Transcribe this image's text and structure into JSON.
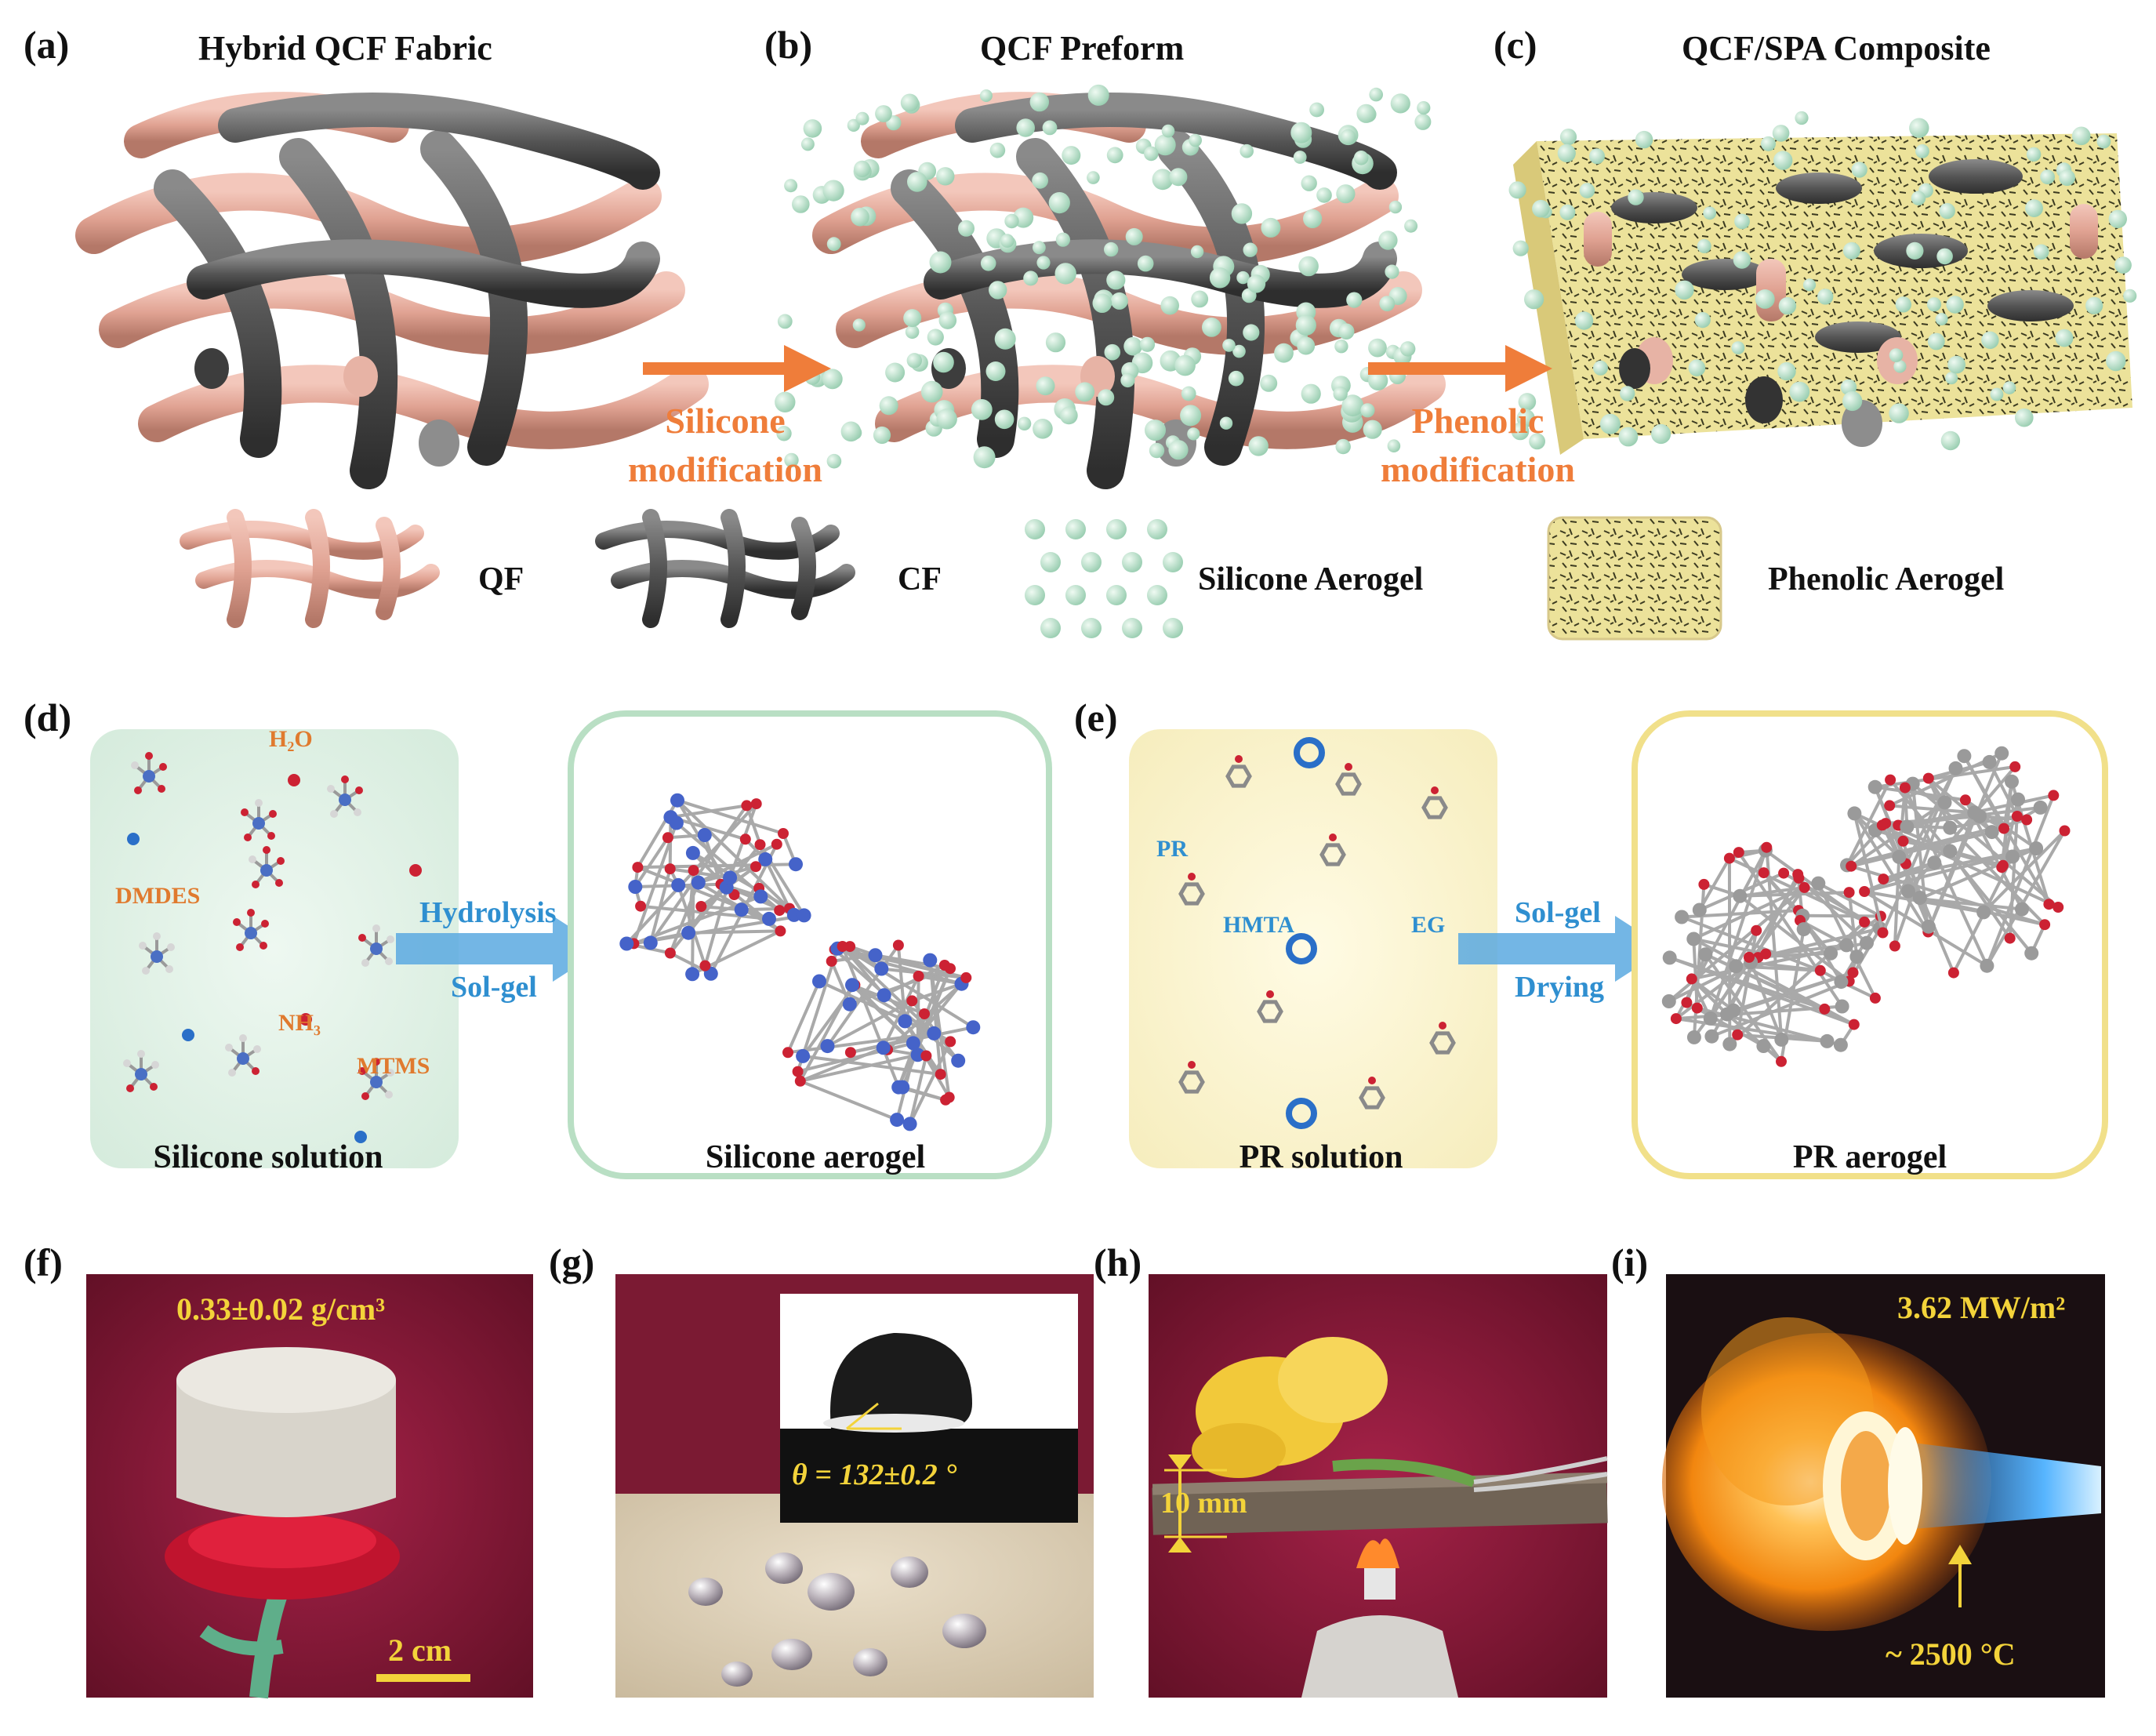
{
  "panels": {
    "a": {
      "label": "(a)",
      "title": "Hybrid QCF Fabric"
    },
    "b": {
      "label": "(b)",
      "title": "QCF Preform"
    },
    "c": {
      "label": "(c)",
      "title": "QCF/SPA Composite"
    },
    "d": {
      "label": "(d)"
    },
    "e": {
      "label": "(e)"
    },
    "f": {
      "label": "(f)",
      "annotation": "0.33±0.02 g/cm³",
      "scale": "2 cm"
    },
    "g": {
      "label": "(g)",
      "annotation": "θ = 132±0.2 °"
    },
    "h": {
      "label": "(h)",
      "annotation": "10 mm"
    },
    "i": {
      "label": "(i)",
      "annotation": "3.62 MW/m²",
      "temperature": "~ 2500 °C"
    }
  },
  "steps": {
    "silicone": [
      "Silicone",
      "modification"
    ],
    "phenolic": [
      "Phenolic",
      "modification"
    ]
  },
  "legend": {
    "qf": "QF",
    "cf": "CF",
    "silicone": "Silicone Aerogel",
    "phenolic": "Phenolic Aerogel"
  },
  "schemes": {
    "silicone": {
      "solution_caption": "Silicone solution",
      "aerogel_caption": "Silicone aerogel",
      "reagents": {
        "water": "H₂O",
        "dmdes": "DMDES",
        "nh3": "NH₃",
        "mtms": "MTMS"
      },
      "process": [
        "Hydrolysis",
        "Sol-gel"
      ]
    },
    "phenolic": {
      "solution_caption": "PR solution",
      "aerogel_caption": "PR aerogel",
      "reagents": {
        "pr": "PR",
        "hmta": "HMTA",
        "eg": "EG"
      },
      "process": [
        "Sol-gel",
        "Drying"
      ]
    }
  },
  "colors": {
    "arrow": "#ef7d3a",
    "process_arrow": "#5aa9e0",
    "quartz_fiber": "#e2a898",
    "carbon_fiber": "#5a5a5a",
    "silicone_aerogel": "#bfe6cf",
    "phenolic_aerogel": "#efe49e",
    "photo_background": "#8a1838"
  }
}
